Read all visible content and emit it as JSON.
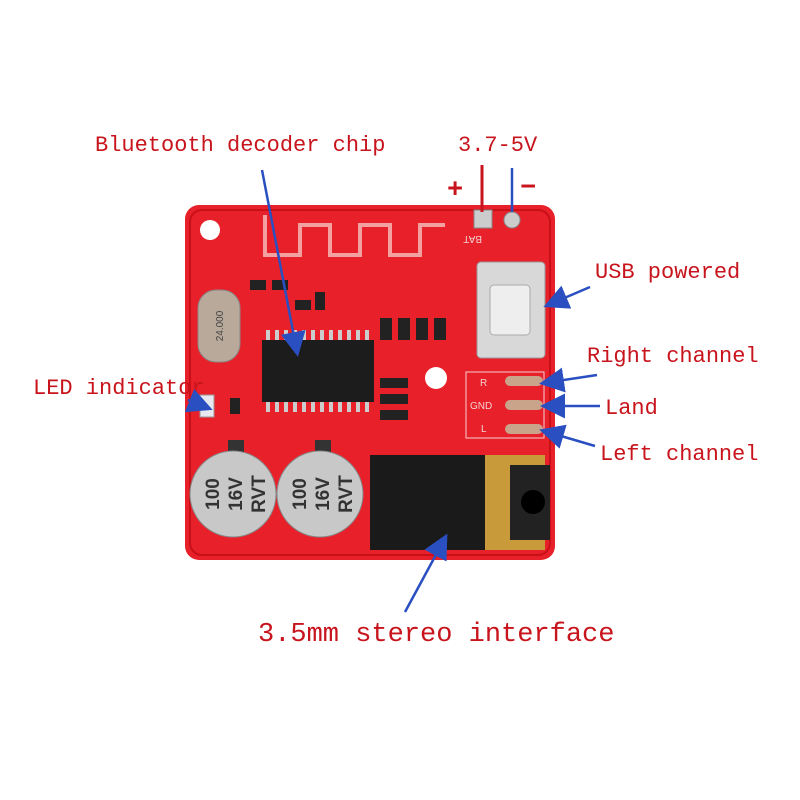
{
  "labels": {
    "chip": "Bluetooth decoder chip",
    "voltage": "3.7-5V",
    "plus": "+",
    "minus": "−",
    "usb": "USB powered",
    "right": "Right channel",
    "land": "Land",
    "left": "Left channel",
    "led": "LED indicator",
    "jack": "3.5mm stereo interface"
  },
  "board": {
    "bat": "BAT",
    "pin_r": "R",
    "pin_gnd": "GND",
    "pin_l": "L",
    "crystal": "24.000",
    "cap_line1": "100",
    "cap_line2": "16V",
    "cap_line3": "RVT"
  },
  "colors": {
    "board": "#e8202a",
    "label": "#c8141c",
    "arrow": "#2a4fc0"
  }
}
